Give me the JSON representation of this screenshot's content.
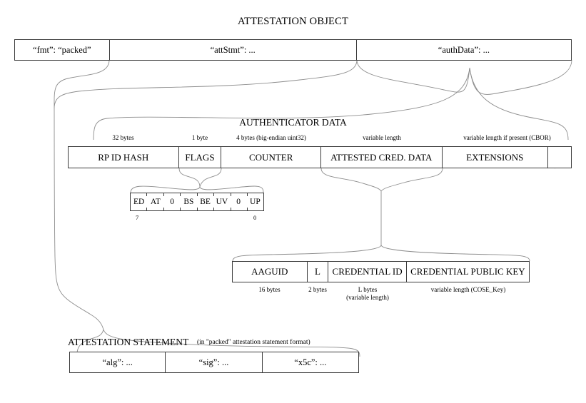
{
  "diagram": {
    "title": "ATTESTATION OBJECT"
  },
  "attestation_object": {
    "fields": [
      {
        "label": "“fmt”: “packed”"
      },
      {
        "label": "“attStmt”: ..."
      },
      {
        "label": "“authData”: ..."
      }
    ]
  },
  "authenticator_data": {
    "title": "AUTHENTICATOR DATA",
    "fields": [
      {
        "label": "RP ID HASH",
        "size": "32 bytes"
      },
      {
        "label": "FLAGS",
        "size": "1 byte"
      },
      {
        "label": "COUNTER",
        "size": "4 bytes (big-endian uint32)"
      },
      {
        "label": "ATTESTED CRED. DATA",
        "size": "variable length"
      },
      {
        "label": "EXTENSIONS",
        "size": "variable length if present (CBOR)"
      }
    ]
  },
  "flags": {
    "bits": [
      "ED",
      "AT",
      "0",
      "BS",
      "BE",
      "UV",
      "0",
      "UP"
    ],
    "msb_label": "7",
    "lsb_label": "0"
  },
  "attested_credential_data": {
    "fields": [
      {
        "label": "AAGUID",
        "size": "16 bytes",
        "size2": ""
      },
      {
        "label": "L",
        "size": "2 bytes",
        "size2": ""
      },
      {
        "label": "CREDENTIAL ID",
        "size": "L bytes",
        "size2": "(variable length)"
      },
      {
        "label": "CREDENTIAL PUBLIC KEY",
        "size": "variable length (COSE_Key)",
        "size2": ""
      }
    ]
  },
  "attestation_statement": {
    "title": "ATTESTATION STATEMENT",
    "note": "(in \"packed\" attestation statement format)",
    "fields": [
      {
        "label": "“alg”: ..."
      },
      {
        "label": "“sig”: ..."
      },
      {
        "label": "“x5c”: ..."
      }
    ]
  },
  "colors": {
    "stroke": "#3a3a3a",
    "connector": "#8d8d8d",
    "background": "#ffffff"
  }
}
